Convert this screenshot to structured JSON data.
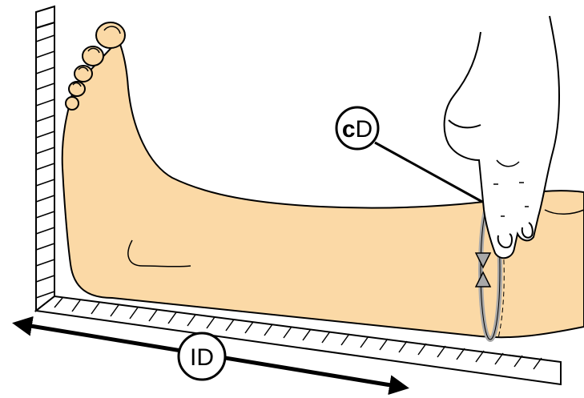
{
  "labels": {
    "cd_prefix": "c",
    "cd_suffix": "D",
    "id_label": "ID"
  },
  "colors": {
    "skin": "#fbd9a6",
    "outline": "#000000",
    "tape": "#a8a8a8",
    "background": "#ffffff"
  }
}
